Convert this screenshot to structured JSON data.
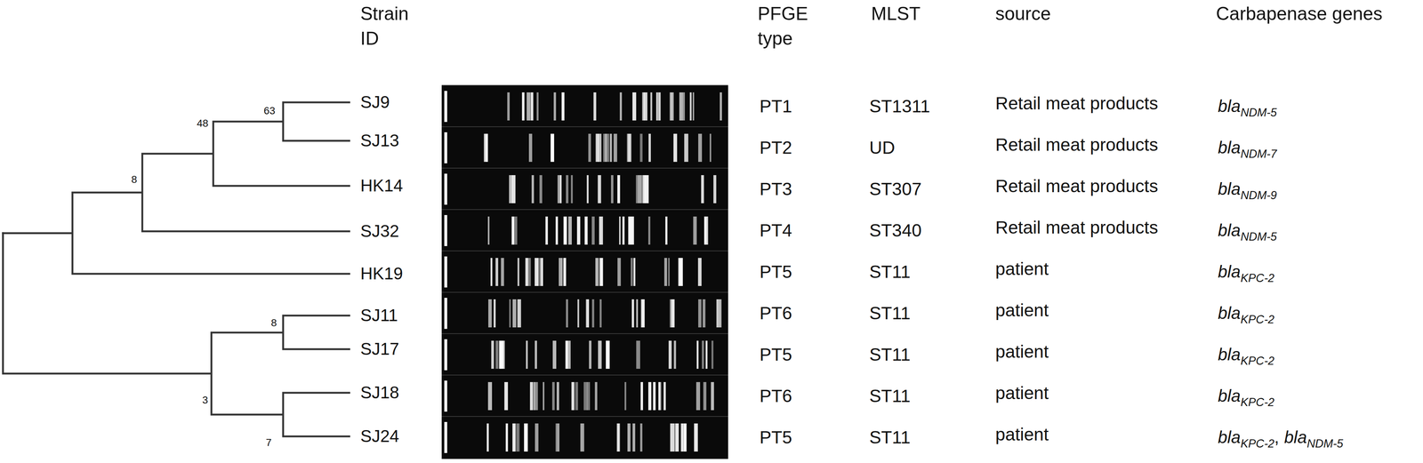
{
  "diagram": {
    "labels": [
      "Strain ID",
      "PFGE type",
      "MLST",
      "source",
      "Carbapenase genes",
      "63",
      "48",
      "8",
      "8",
      "3",
      "7",
      "SJ9",
      "PT1",
      "ST1311",
      "Retail meat products",
      "bla",
      "NDM-5",
      "SJ13",
      "PT2",
      "UD",
      "Retail meat products",
      "bla",
      "NDM-7",
      "HK14",
      "PT3",
      "ST307",
      "Retail meat products",
      "bla",
      "NDM-9",
      "SJ32",
      "PT4",
      "ST340",
      "Retail meat products",
      "bla",
      "NDM-5",
      "HK19",
      "PT5",
      "ST11",
      "patient",
      "bla",
      "KPC-2",
      "SJ11",
      "PT6",
      "ST11",
      "patient",
      "bla",
      "KPC-2",
      "SJ17",
      "PT5",
      "ST11",
      "patient",
      "bla",
      "KPC-2",
      "SJ18",
      "PT6",
      "ST11",
      "patient",
      "bla",
      "KPC-2",
      "SJ24",
      "PT5",
      "ST11",
      "patient",
      "bla",
      "KPC-2",
      ",",
      "bla",
      "NDM-5"
    ]
  }
}
